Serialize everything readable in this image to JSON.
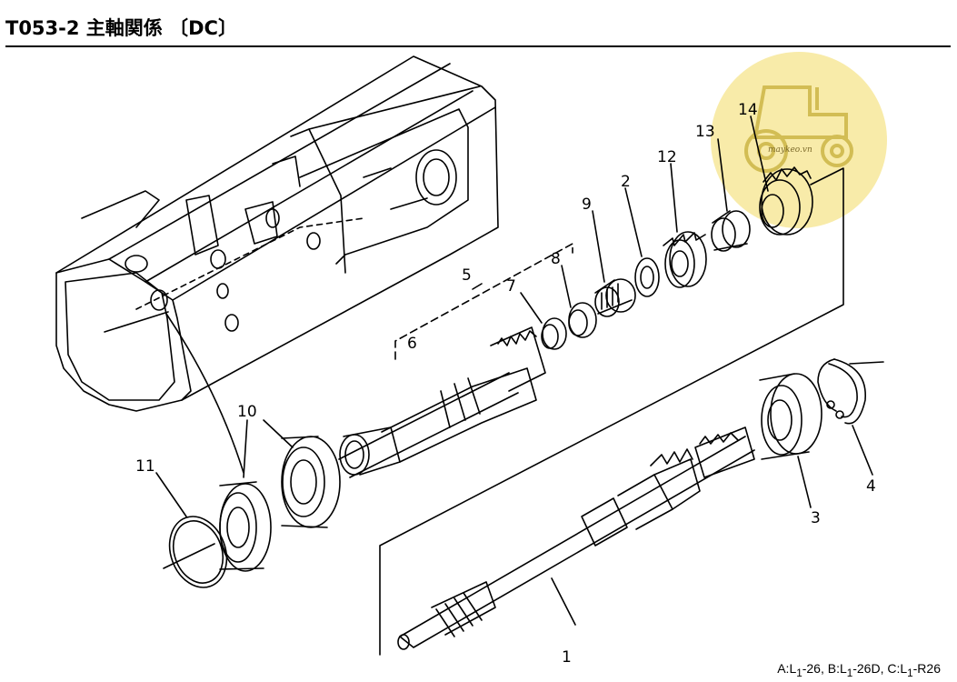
{
  "title": "T053-2 主軸関係 〔DC〕",
  "callouts": [
    {
      "id": "label-1",
      "text": "1"
    },
    {
      "id": "label-2",
      "text": "2"
    },
    {
      "id": "label-3",
      "text": "3"
    },
    {
      "id": "label-4",
      "text": "4"
    },
    {
      "id": "label-5",
      "text": "5"
    },
    {
      "id": "label-6",
      "text": "6"
    },
    {
      "id": "label-7",
      "text": "7"
    },
    {
      "id": "label-8",
      "text": "8"
    },
    {
      "id": "label-9",
      "text": "9"
    },
    {
      "id": "label-10",
      "text": "10"
    },
    {
      "id": "label-11",
      "text": "11"
    },
    {
      "id": "label-12",
      "text": "12"
    },
    {
      "id": "label-13",
      "text": "13"
    },
    {
      "id": "label-14",
      "text": "14"
    }
  ],
  "footnote": {
    "a": "A:L",
    "a_sub": "1",
    "a_rest": "-26,",
    "b": "B:L",
    "b_sub": "1",
    "b_rest": "-26D,",
    "c": "C:L",
    "c_sub": "1",
    "c_rest": "-R26"
  },
  "watermark": {
    "text": "maykeo.vn",
    "color": "#f7e79a"
  }
}
